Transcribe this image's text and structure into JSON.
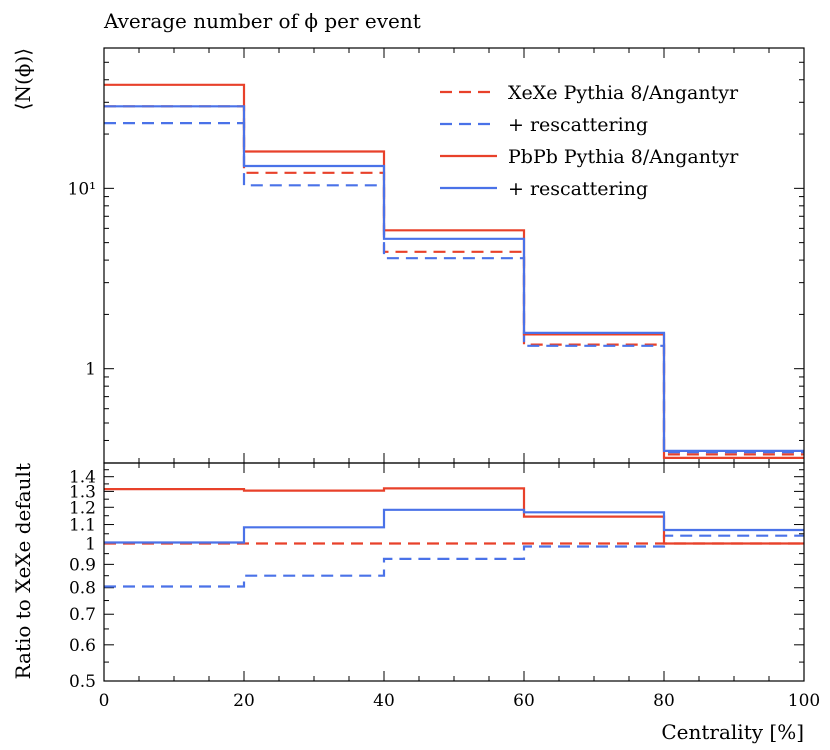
{
  "chart_data": [
    {
      "type": "line",
      "step": true,
      "title": "Average number of ϕ per event",
      "ylabel": "⟨N(ϕ)⟩",
      "xlabel": "",
      "yscale": "log",
      "xlim": [
        0,
        100
      ],
      "ylim": [
        0.3,
        60
      ],
      "x_edges": [
        0,
        20,
        40,
        60,
        80,
        100
      ],
      "yticks": [
        {
          "value": 1,
          "label": "1"
        },
        {
          "value": 10,
          "label": "10¹"
        }
      ],
      "legend_position": "top-right",
      "series": [
        {
          "name": "XeXe Pythia 8/Angantyr",
          "color": "#e8412a",
          "dash": "dashed",
          "values": [
            28.5,
            12.2,
            4.45,
            1.36,
            0.335
          ]
        },
        {
          "name": "+ rescattering",
          "color": "#4a72e8",
          "dash": "dashed",
          "values": [
            23.0,
            10.4,
            4.1,
            1.34,
            0.345
          ]
        },
        {
          "name": "PbPb Pythia 8/Angantyr",
          "color": "#e8412a",
          "dash": "solid",
          "values": [
            37.5,
            16.0,
            5.85,
            1.55,
            0.32
          ]
        },
        {
          "name": "+ rescattering",
          "color": "#4a72e8",
          "dash": "solid",
          "values": [
            28.5,
            13.3,
            5.25,
            1.58,
            0.35
          ]
        }
      ]
    },
    {
      "type": "line",
      "step": true,
      "title": "",
      "ylabel": "Ratio to XeXe default",
      "xlabel": "Centrality [%]",
      "yscale": "log",
      "xlim": [
        0,
        100
      ],
      "ylim": [
        0.5,
        1.5
      ],
      "x_edges": [
        0,
        20,
        40,
        60,
        80,
        100
      ],
      "xticks": [
        0,
        20,
        40,
        60,
        80,
        100
      ],
      "yticks": [
        0.5,
        0.6,
        0.7,
        0.8,
        0.9,
        1,
        1.1,
        1.2,
        1.3,
        1.4
      ],
      "series": [
        {
          "name": "",
          "color": "#e8412a",
          "dash": "dashed",
          "values": [
            1.0,
            1.0,
            1.0,
            1.0,
            1.0
          ]
        },
        {
          "name": "",
          "color": "#4a72e8",
          "dash": "dashed",
          "values": [
            0.805,
            0.85,
            0.925,
            0.985,
            1.04
          ]
        },
        {
          "name": "",
          "color": "#e8412a",
          "dash": "solid",
          "values": [
            1.315,
            1.305,
            1.32,
            1.145,
            1.0
          ]
        },
        {
          "name": "",
          "color": "#4a72e8",
          "dash": "solid",
          "values": [
            1.005,
            1.085,
            1.185,
            1.17,
            1.07
          ]
        }
      ]
    }
  ]
}
